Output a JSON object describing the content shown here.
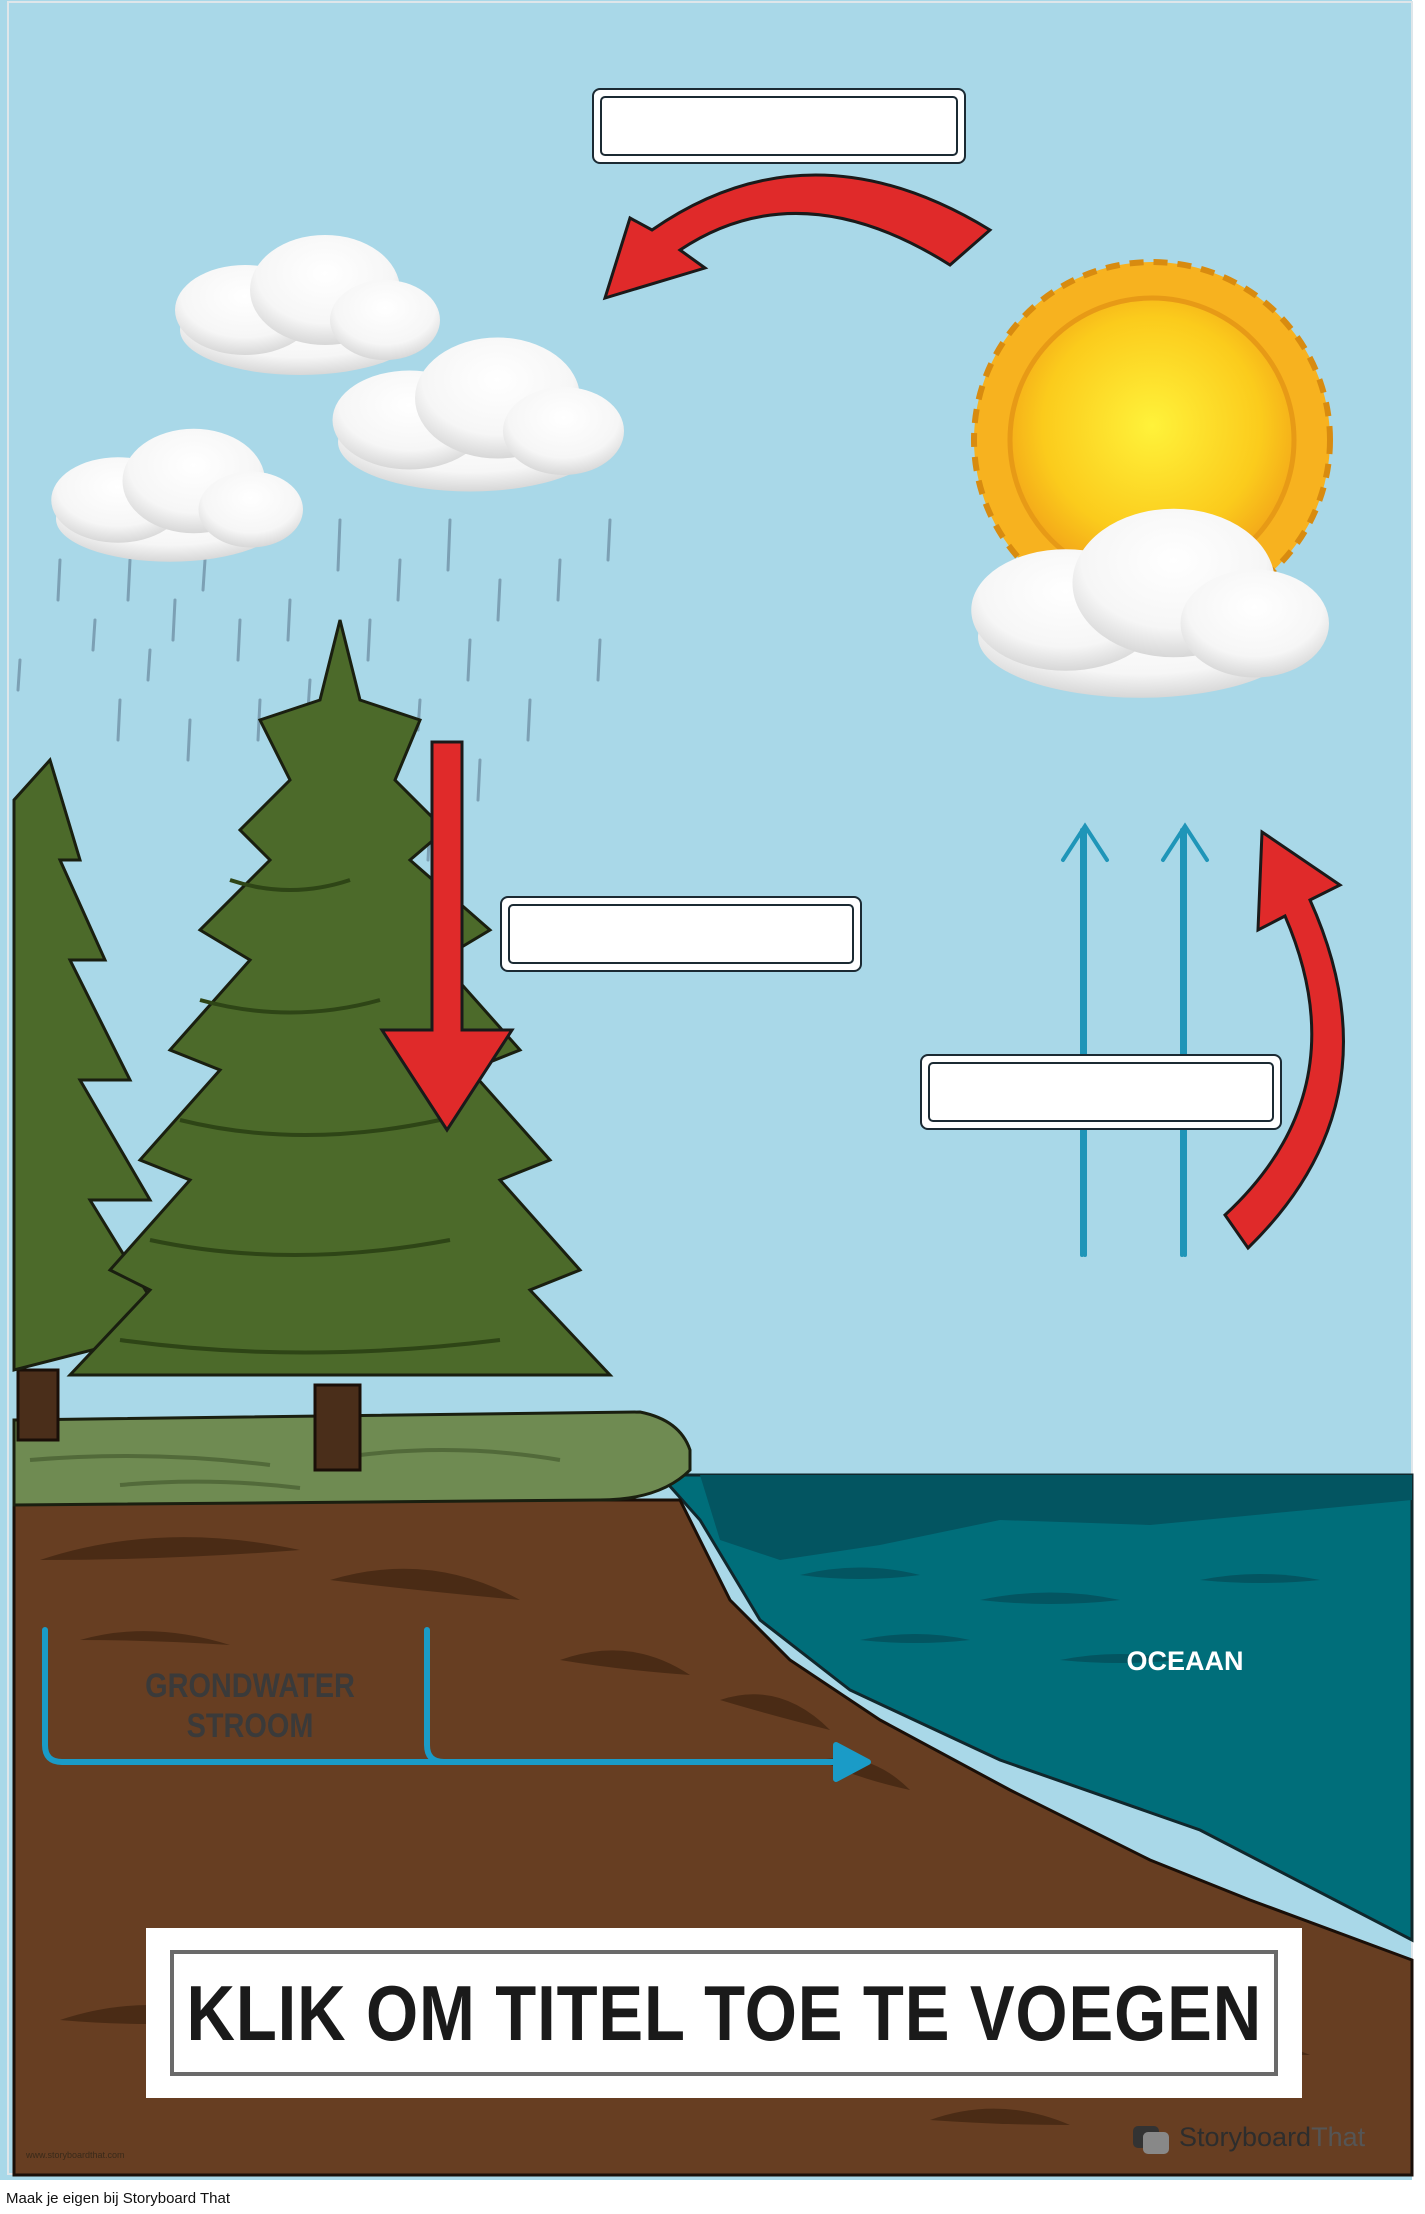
{
  "diagram": {
    "groundwater_label_line1": "GRONDWATER",
    "groundwater_label_line2": "STROOM",
    "ocean_label": "OCEAAN",
    "title_placeholder": "KLIK OM TITEL TOE TE VOEGEN",
    "label_boxes": [
      {
        "id": "condensation",
        "text": ""
      },
      {
        "id": "precipitation",
        "text": ""
      },
      {
        "id": "evaporation",
        "text": ""
      }
    ]
  },
  "branding": {
    "logo_name_part1": "Storyboard",
    "logo_name_part2": "That",
    "small_url": "www.storyboardthat.com",
    "footer_credit": "Maak je eigen bij Storyboard That"
  },
  "colors": {
    "sky": "#a9d8e8",
    "ocean": "#006e7a",
    "soil": "#673e22",
    "grass": "#6f8b52",
    "tree": "#4c6a2a",
    "arrow_red": "#e02a2a",
    "vapor_blue": "#1f95b8",
    "groundwater_blue": "#1a9bc7"
  },
  "icons": [
    "sun-icon",
    "cloud-icon",
    "raindrop-icon",
    "tree-icon",
    "storyboardthat-logo-icon"
  ]
}
